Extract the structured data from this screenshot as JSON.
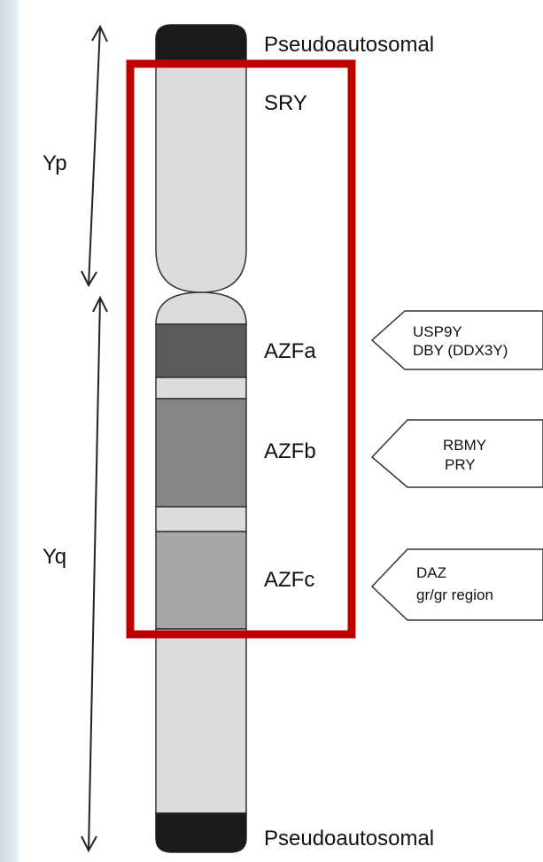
{
  "arms": {
    "p": "Yp",
    "q": "Yq"
  },
  "regions": {
    "pseudo_top": "Pseudoautosomal",
    "pseudo_bottom": "Pseudoautosomal",
    "sry": "SRY",
    "azfa": "AZFa",
    "azfb": "AZFb",
    "azfc": "AZFc"
  },
  "genes": {
    "azfa": [
      "USP9Y",
      "DBY (DDX3Y)"
    ],
    "azfb": [
      "RBMY",
      "PRY"
    ],
    "azfc": [
      "DAZ",
      "gr/gr region"
    ]
  },
  "colors": {
    "highlight": "#c00000",
    "pseudo": "#1a1a1a",
    "light_band": "#dcdcdc",
    "azfa_band": "#5a5a5a",
    "azfb_band": "#858585",
    "azfc_band": "#a6a6a6"
  }
}
